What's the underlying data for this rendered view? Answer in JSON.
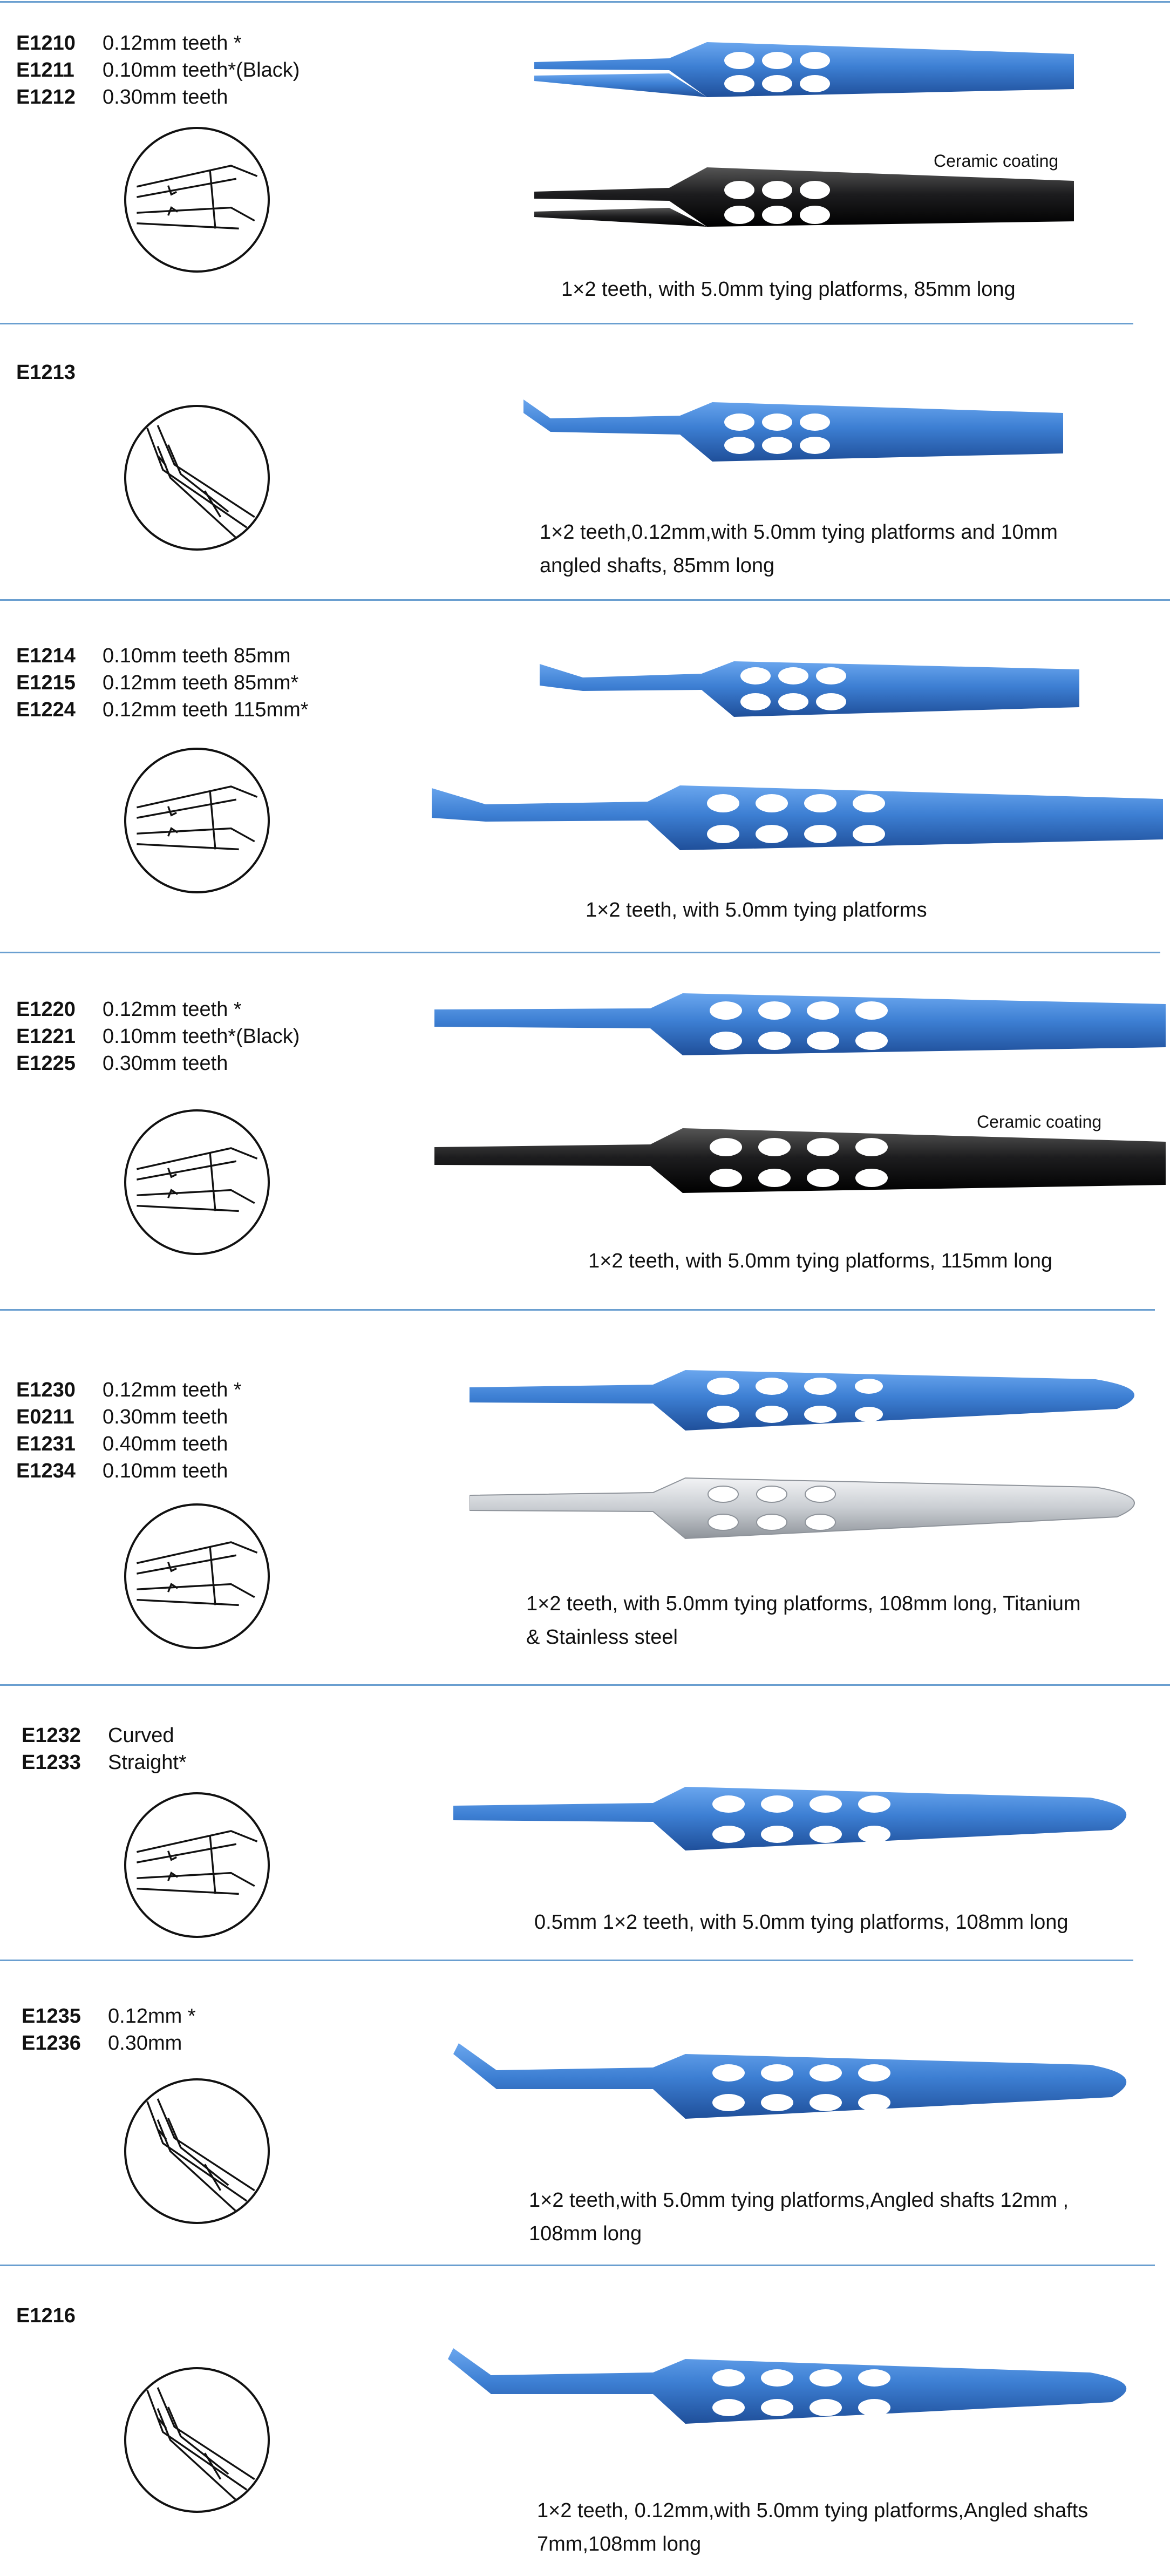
{
  "colors": {
    "divider": "#6a9fd0",
    "blue_titanium": "#3d7fd3",
    "black_ceramic": "#1d1d1f",
    "stainless": "#c9cdd2"
  },
  "icons": {
    "tip_detail": "tooth-tip-detail-icon",
    "forceps": "forceps-illustration"
  },
  "sections": [
    {
      "items": [
        {
          "code": "E1210",
          "desc": "0.12mm teeth *"
        },
        {
          "code": "E1211",
          "desc": "0.10mm teeth*(Black)"
        },
        {
          "code": "E1212",
          "desc": "0.30mm teeth"
        }
      ],
      "coating": "Ceramic coating",
      "caption": "1×2 teeth, with 5.0mm tying platforms, 85mm long"
    },
    {
      "items": [
        {
          "code": "E1213",
          "desc": ""
        }
      ],
      "caption_lines": [
        "1×2 teeth,0.12mm,with 5.0mm tying platforms and 10mm",
        "angled shafts, 85mm long"
      ]
    },
    {
      "items": [
        {
          "code": "E1214",
          "desc": "0.10mm teeth 85mm"
        },
        {
          "code": "E1215",
          "desc": "0.12mm teeth 85mm*"
        },
        {
          "code": "E1224",
          "desc": "0.12mm teeth 115mm*"
        }
      ],
      "caption": "1×2 teeth, with 5.0mm tying platforms"
    },
    {
      "items": [
        {
          "code": "E1220",
          "desc": "0.12mm teeth *"
        },
        {
          "code": "E1221",
          "desc": "0.10mm teeth*(Black)"
        },
        {
          "code": "E1225",
          "desc": "0.30mm teeth"
        }
      ],
      "coating": "Ceramic coating",
      "caption": "1×2 teeth, with 5.0mm tying platforms, 115mm long"
    },
    {
      "items": [
        {
          "code": "E1230",
          "desc": "0.12mm teeth *"
        },
        {
          "code": "E0211",
          "desc": "0.30mm teeth"
        },
        {
          "code": "E1231",
          "desc": "0.40mm teeth"
        },
        {
          "code": "E1234",
          "desc": "0.10mm teeth"
        }
      ],
      "caption_lines": [
        "1×2 teeth, with 5.0mm tying platforms, 108mm long, Titanium",
        "& Stainless steel"
      ]
    },
    {
      "items": [
        {
          "code": "E1232",
          "desc": "Curved"
        },
        {
          "code": "E1233",
          "desc": "Straight*"
        }
      ],
      "caption": "0.5mm 1×2 teeth, with 5.0mm tying platforms, 108mm long"
    },
    {
      "items": [
        {
          "code": "E1235",
          "desc": "0.12mm *"
        },
        {
          "code": "E1236",
          "desc": "0.30mm"
        }
      ],
      "caption_lines": [
        "1×2 teeth,with 5.0mm tying platforms,Angled shafts 12mm ,",
        "108mm long"
      ]
    },
    {
      "items": [
        {
          "code": "E1216",
          "desc": ""
        }
      ],
      "caption_lines": [
        "1×2 teeth, 0.12mm,with 5.0mm tying platforms,Angled shafts",
        "7mm,108mm long"
      ]
    }
  ]
}
